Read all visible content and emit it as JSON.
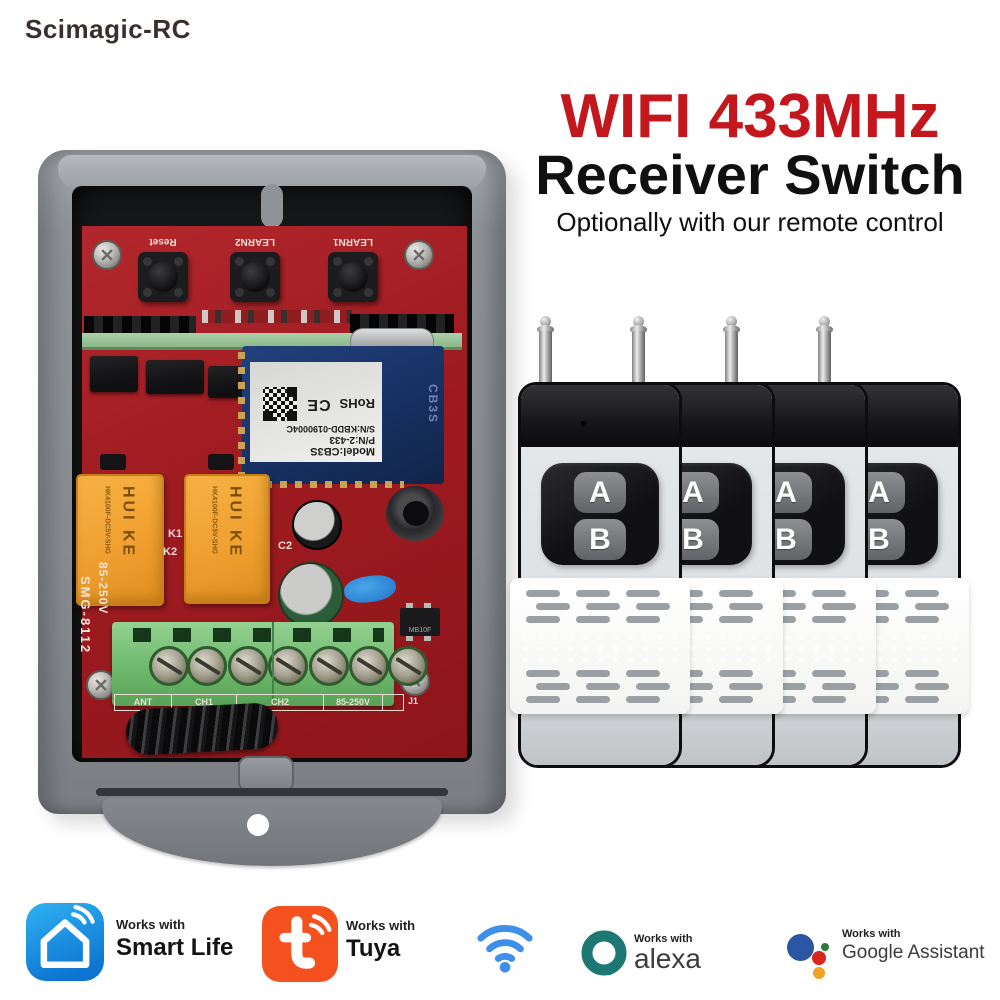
{
  "brand": {
    "logo_text": "Scimagic-RC",
    "color": "#3a2e2e"
  },
  "hero": {
    "title_line1": "WIFI 433MHz",
    "title_line2": "Receiver Switch",
    "subtitle": "Optionally with our remote control",
    "title1_color": "#c4161d",
    "title2_color": "#101010"
  },
  "receiver": {
    "board_buttons": [
      "Reset",
      "LEARN2",
      "LEARN1"
    ],
    "wifi_module": {
      "label_lines": [
        "Model:CB3S",
        "P/N:2-433",
        "S/N:KBDD-0190004C"
      ],
      "rohs": "RoHS",
      "ce_mark": "CE",
      "chip_name": "CB3S"
    },
    "relay": {
      "brand": "HUI KE",
      "model": "HK4100F-DC5V-SHG",
      "k_labels": [
        "K1",
        "K2"
      ]
    },
    "silkscreen": {
      "cap_label": "C2",
      "rectifier_label": "MB10F",
      "terminal_labels": [
        "ANT",
        "CH1",
        "CH2",
        "85-250V",
        "J1"
      ],
      "side_labels": [
        "85-250V",
        "SMG-8112"
      ]
    },
    "colors": {
      "pcb": "#a41e22",
      "case": "#8d9095",
      "relay": "#f2a433",
      "terminal": "#6fbf6f",
      "module": "#1b3568"
    }
  },
  "remotes": {
    "count": 4,
    "button_a": "A",
    "button_b": "B"
  },
  "badges": {
    "works_with": "Works with",
    "smart_life": {
      "name": "Smart Life",
      "color": "#1da0e8"
    },
    "tuya": {
      "name": "Tuya",
      "color": "#f4511e"
    },
    "alexa": {
      "name": "alexa",
      "color": "#1d7874"
    },
    "google": {
      "name": "Google Assistant",
      "colors": [
        "#2a56a3",
        "#d6281e",
        "#2c7a36",
        "#f2a224"
      ]
    },
    "wifi_color": "#3e8fe8"
  }
}
